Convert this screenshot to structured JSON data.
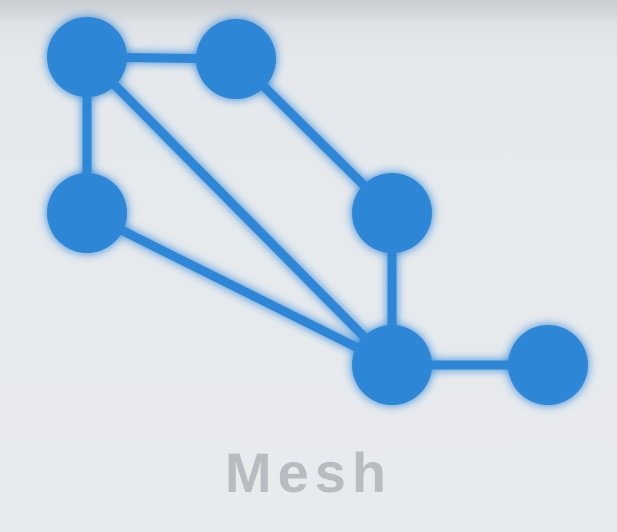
{
  "caption": "Mesh",
  "colors": {
    "node": "#2d86d6",
    "link": "#2d86d6",
    "glow": "#4fa3f0",
    "caption": "#b8bcc1"
  },
  "topology": {
    "nodes": [
      "top-left",
      "top-middle",
      "middle-left",
      "middle-right",
      "bottom-center",
      "bottom-right"
    ],
    "links": [
      [
        "top-left",
        "top-middle"
      ],
      [
        "top-left",
        "middle-left"
      ],
      [
        "top-left",
        "bottom-center"
      ],
      [
        "top-middle",
        "middle-right"
      ],
      [
        "middle-left",
        "bottom-center"
      ],
      [
        "middle-right",
        "bottom-center"
      ],
      [
        "bottom-center",
        "bottom-right"
      ]
    ]
  }
}
